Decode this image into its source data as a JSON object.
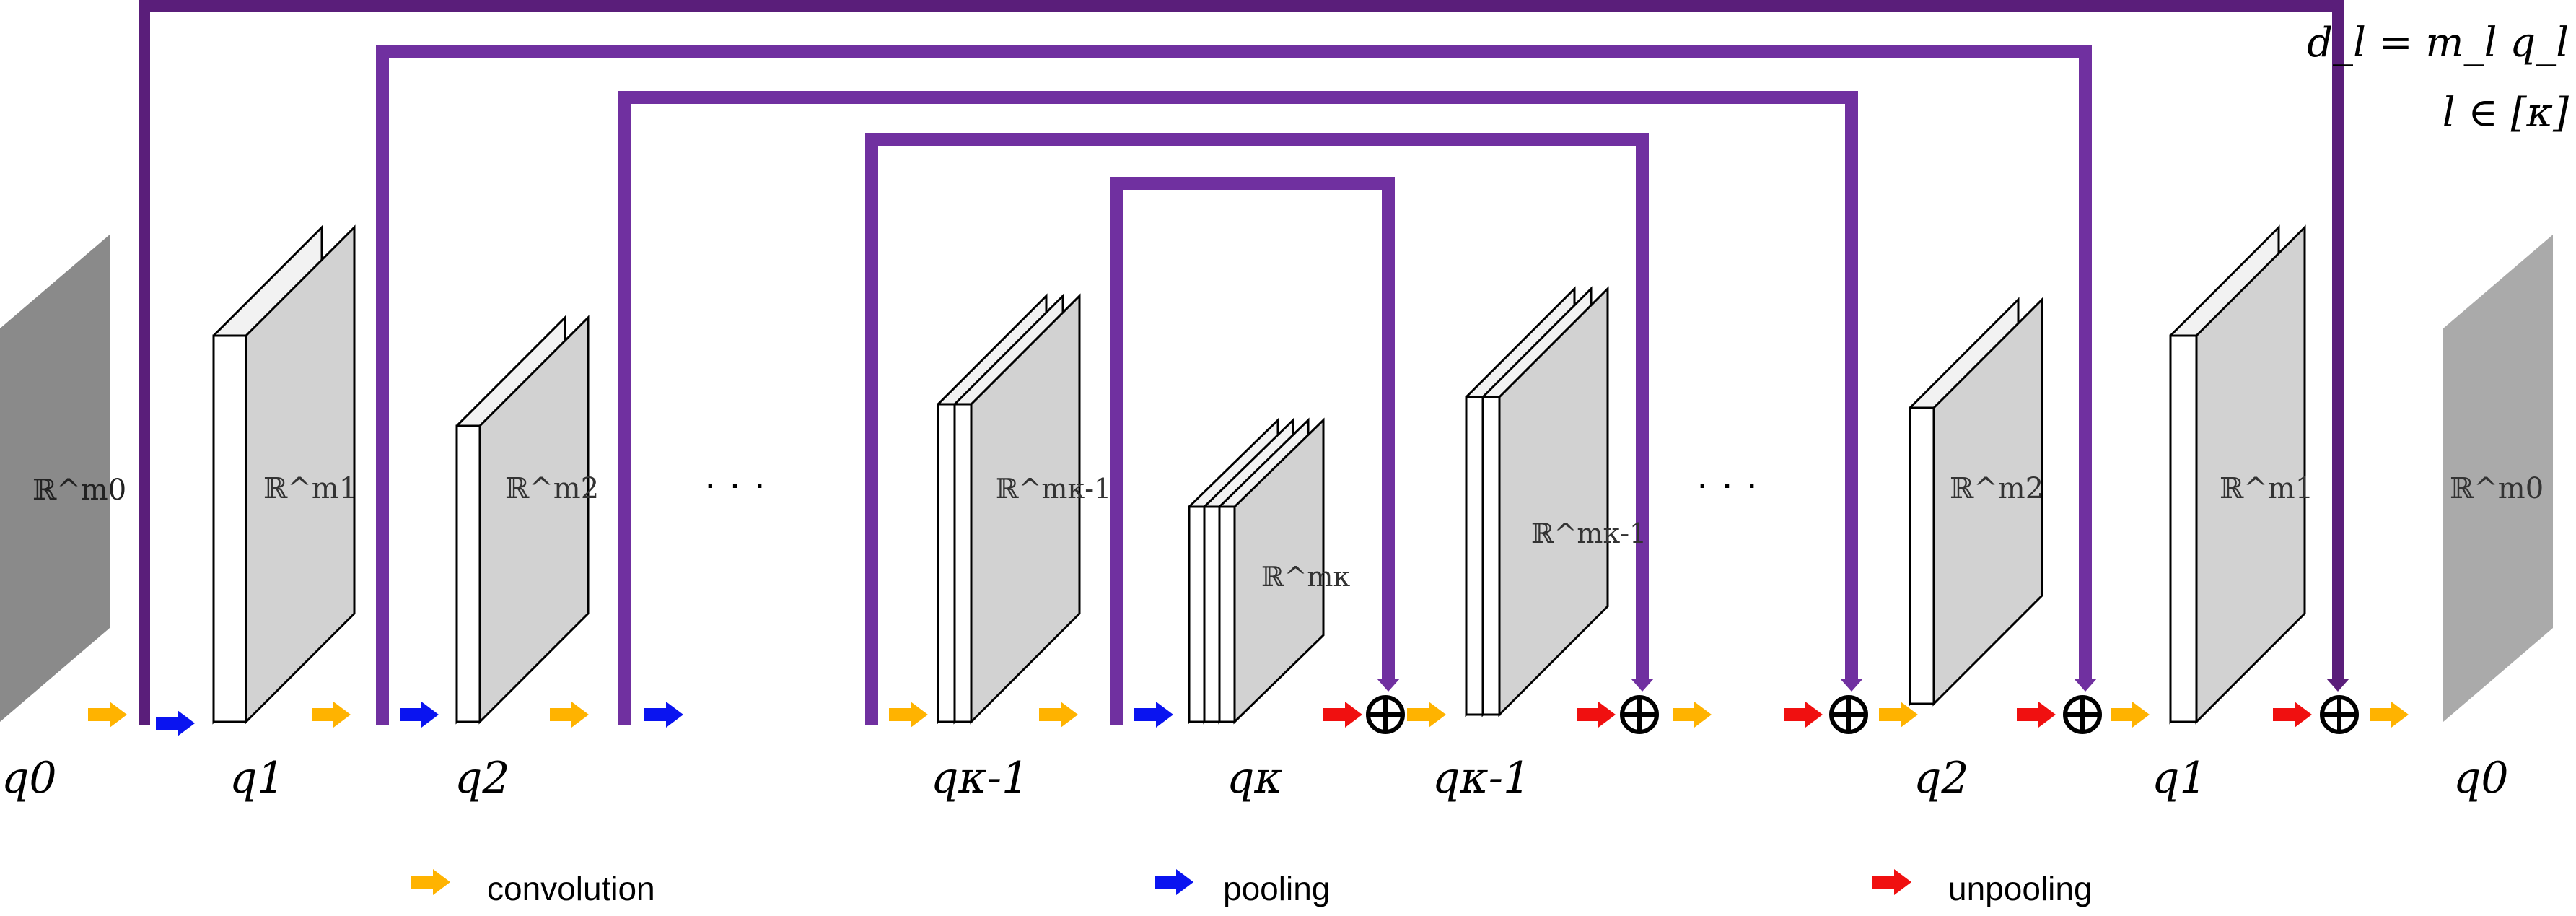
{
  "formula": {
    "line1": "d_l = m_l q_l",
    "line2": "l ∈ [κ]"
  },
  "layer_labels": {
    "input": "ℝ^m0",
    "enc1": "ℝ^m1",
    "enc2": "ℝ^m2",
    "enc_k1": "ℝ^mκ-1",
    "bottom": "ℝ^mκ",
    "dec_k1": "ℝ^mκ-1",
    "dec2": "ℝ^m2",
    "dec1": "ℝ^m1",
    "output": "ℝ^m0"
  },
  "q_labels": {
    "q0_left": "q0",
    "q1_left": "q1",
    "q2_left": "q2",
    "qk1_left": "qκ-1",
    "qk": "qκ",
    "qk1_right": "qκ-1",
    "q2_right": "q2",
    "q1_right": "q1",
    "q0_right": "q0"
  },
  "ellipsis": {
    "left": "· · ·",
    "right": "· · ·"
  },
  "legend": {
    "convolution": "convolution",
    "pooling": "pooling",
    "unpooling": "unpooling"
  },
  "colors": {
    "convolution": "#FFB300",
    "pooling": "#0A14F0",
    "unpooling": "#F01010",
    "skip": "#7030A0",
    "skip_dark": "#5A1E7A",
    "panel": "#D2D2D2",
    "panel_dark": "#808080",
    "panel_input": "#8A8A8A",
    "panel_output": "#AAAAAA"
  }
}
